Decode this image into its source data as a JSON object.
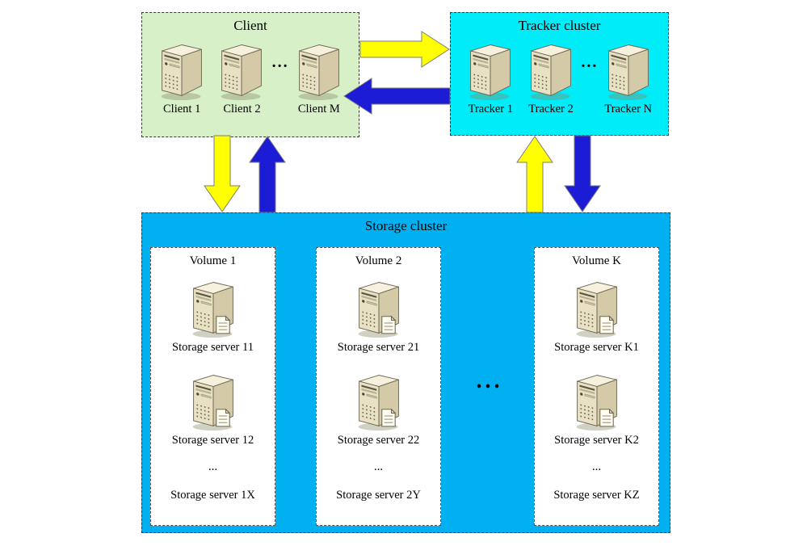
{
  "diagram": {
    "client": {
      "title": "Client",
      "ellipsis": "...",
      "servers": [
        "Client 1",
        "Client 2",
        "Client M"
      ]
    },
    "tracker": {
      "title": "Tracker cluster",
      "ellipsis": "...",
      "servers": [
        "Tracker 1",
        "Tracker 2",
        "Tracker N"
      ]
    },
    "storage": {
      "title": "Storage cluster",
      "ellipsis": "...",
      "volumes": [
        {
          "title": "Volume 1",
          "servers": [
            "Storage server 11",
            "Storage server 12"
          ],
          "ellipsis": "...",
          "last_server": "Storage server 1X"
        },
        {
          "title": "Volume 2",
          "servers": [
            "Storage server 21",
            "Storage server 22"
          ],
          "ellipsis": "...",
          "last_server": "Storage server 2Y"
        },
        {
          "title": "Volume K",
          "servers": [
            "Storage server K1",
            "Storage server K2"
          ],
          "ellipsis": "...",
          "last_server": "Storage server KZ"
        }
      ]
    },
    "colors": {
      "client_bg": "#d8f0c8",
      "tracker_bg": "#00ecf8",
      "storage_bg": "#00b0f0",
      "volume_bg": "#ffffff",
      "arrow_yellow": "#ffff00",
      "arrow_blue": "#1c1cd6"
    }
  }
}
